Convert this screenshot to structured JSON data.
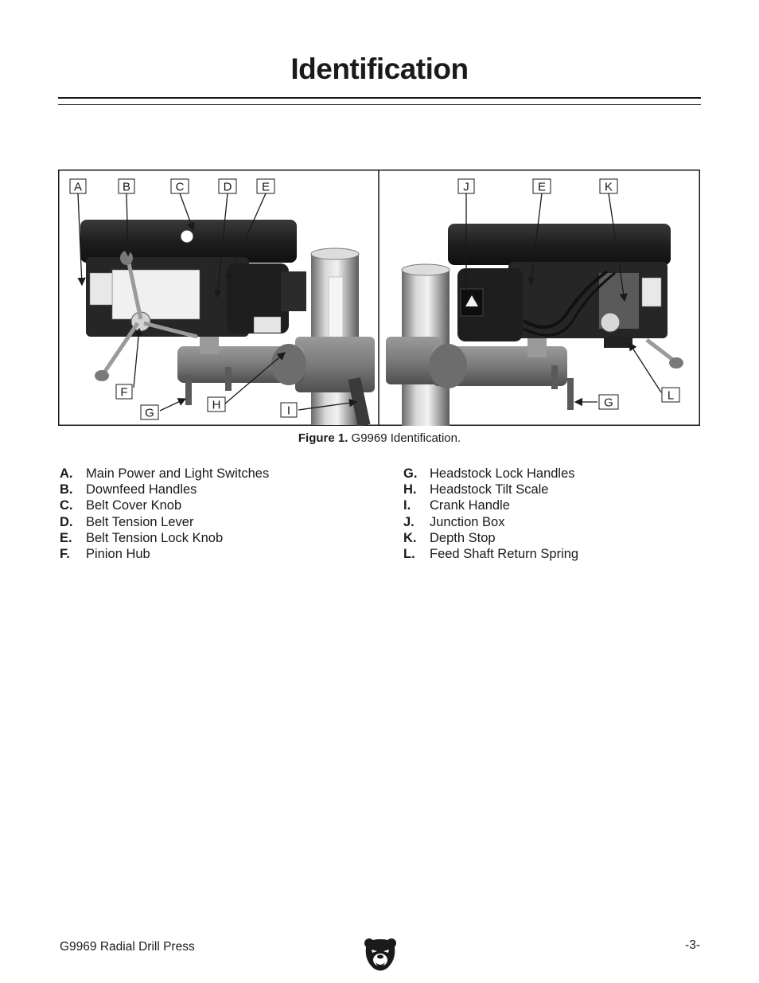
{
  "page": {
    "title": "Identification",
    "figure_caption_label": "Figure 1.",
    "figure_caption_text": " G9969 Identification.",
    "footer_left": "G9969 Radial Drill Press",
    "footer_right": "-3-"
  },
  "figure": {
    "left_callouts": [
      "A",
      "B",
      "C",
      "D",
      "E",
      "F",
      "G",
      "H",
      "I"
    ],
    "right_callouts": [
      "J",
      "E",
      "K",
      "G",
      "L"
    ]
  },
  "legend": {
    "left": [
      {
        "letter": "A.",
        "text": "Main Power and Light Switches"
      },
      {
        "letter": "B.",
        "text": "Downfeed Handles"
      },
      {
        "letter": "C.",
        "text": "Belt Cover Knob"
      },
      {
        "letter": "D.",
        "text": "Belt Tension Lever"
      },
      {
        "letter": "E.",
        "text": "Belt Tension Lock Knob"
      },
      {
        "letter": "F.",
        "text": "Pinion Hub"
      }
    ],
    "right": [
      {
        "letter": "G.",
        "text": "Headstock Lock Handles"
      },
      {
        "letter": "H.",
        "text": "Headstock Tilt Scale"
      },
      {
        "letter": "I.",
        "text": "Crank Handle"
      },
      {
        "letter": "J.",
        "text": "Junction Box"
      },
      {
        "letter": "K.",
        "text": "Depth Stop"
      },
      {
        "letter": "L.",
        "text": "Feed Shaft Return Spring"
      }
    ]
  },
  "icons": {
    "logo": "bear-head-icon"
  }
}
